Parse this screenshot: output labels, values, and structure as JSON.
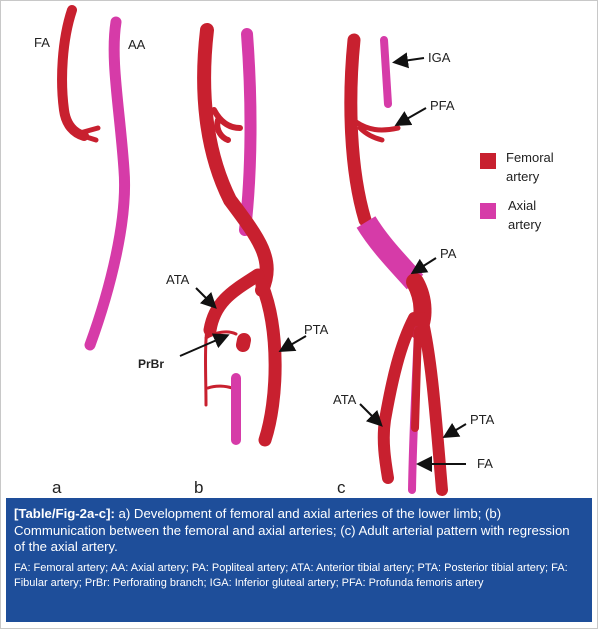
{
  "colors": {
    "femoral": "#c8202f",
    "axial": "#d63ba8",
    "caption_bg": "#1e4e9a"
  },
  "labels": {
    "a": {
      "FA": "FA",
      "AA": "AA"
    },
    "b": {
      "ATA": "ATA",
      "PrBr": "PrBr",
      "PTA": "PTA"
    },
    "c": {
      "IGA": "IGA",
      "PFA": "PFA",
      "PA": "PA",
      "ATA": "ATA",
      "PTA": "PTA",
      "FA": "FA"
    }
  },
  "panels": [
    "a",
    "b",
    "c"
  ],
  "legend": [
    {
      "line1": "Femoral",
      "line2": "artery",
      "color": "#c8202f"
    },
    {
      "line1": "Axial",
      "line2": "artery",
      "color": "#d63ba8"
    }
  ],
  "caption": {
    "tag": "[Table/Fig-2a-c]:",
    "text": " a) Development of femoral and axial arteries of the lower limb; (b) Communication between the femoral and axial arteries; (c) Adult arterial pattern with regression of the axial artery.",
    "abbreviations": "FA: Femoral artery; AA: Axial artery; PA: Popliteal artery; ATA: Anterior tibial artery; PTA: Posterior tibial artery; FA: Fibular artery; PrBr: Perforating branch; IGA: Inferior gluteal artery; PFA: Profunda femoris artery"
  }
}
